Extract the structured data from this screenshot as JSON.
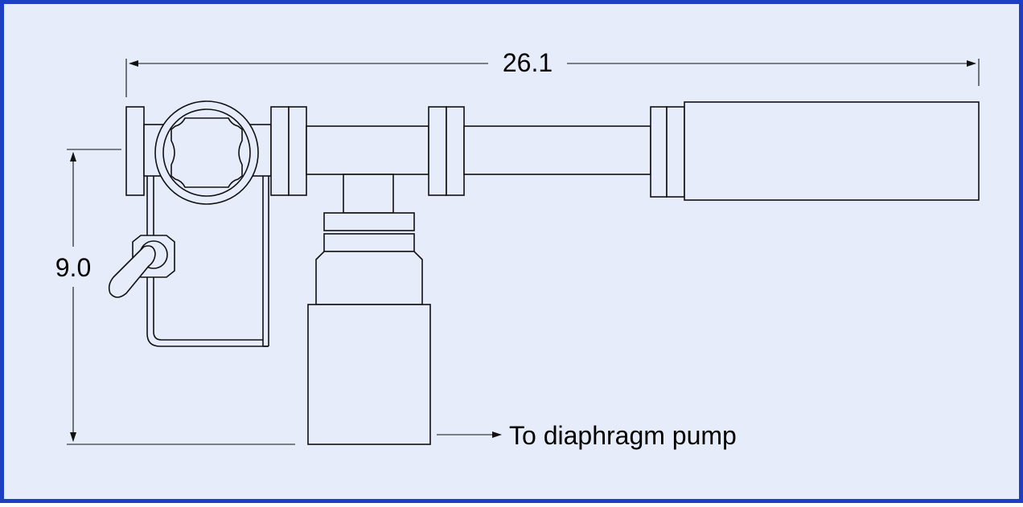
{
  "diagram": {
    "width_label": "26.1",
    "height_label": "9.0",
    "pump_label": "To diaphragm pump"
  },
  "colors": {
    "background": "#e6ecfa",
    "border": "#1c3fc4",
    "ink": "#111111"
  }
}
